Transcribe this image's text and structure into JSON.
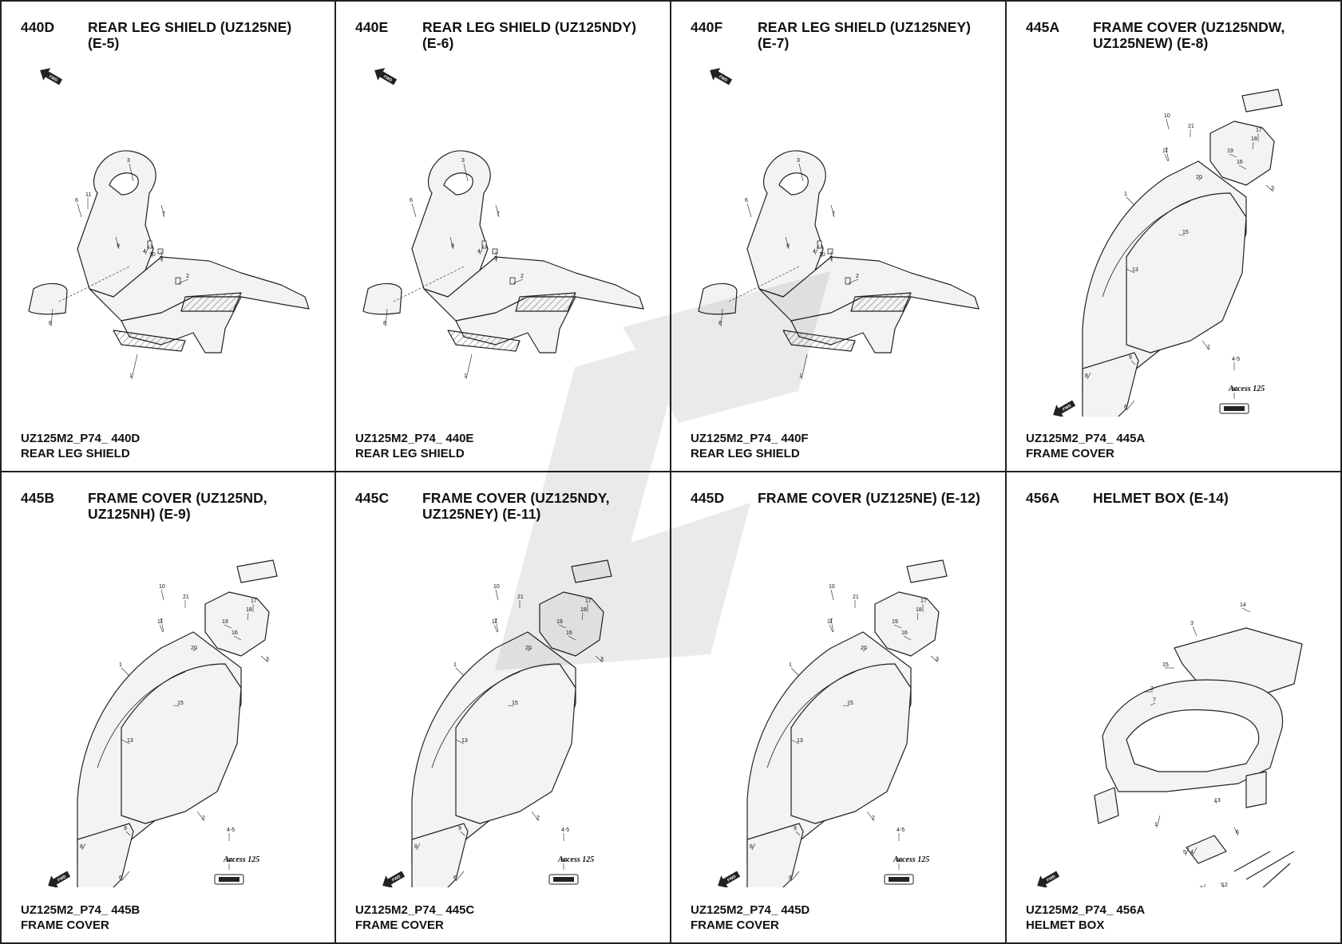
{
  "colors": {
    "line": "#222222",
    "panel_border": "#222222",
    "background": "#ffffff",
    "part_fill": "#f3f3f3",
    "watermark": "#9a9a9a"
  },
  "panels": [
    {
      "code": "440D",
      "title": "REAR LEG SHIELD (UZ125NE)\n(E-5)",
      "footer_ref": "UZ125M2_P74_ 440D",
      "footer_name": "REAR LEG SHIELD",
      "diagram": "rear-leg-shield",
      "callouts": [
        "1",
        "2",
        "3",
        "4",
        "5",
        "6",
        "7",
        "8",
        "9",
        "10",
        "11"
      ],
      "fwd_label": "FWD"
    },
    {
      "code": "440E",
      "title": "REAR LEG SHIELD (UZ125NDY)\n(E-6)",
      "footer_ref": "UZ125M2_P74_ 440E",
      "footer_name": "REAR LEG SHIELD",
      "diagram": "rear-leg-shield",
      "callouts": [
        "1",
        "2",
        "3",
        "4",
        "5",
        "6",
        "7",
        "8",
        "9"
      ],
      "fwd_label": "FWD"
    },
    {
      "code": "440F",
      "title": "REAR LEG SHIELD (UZ125NEY)\n(E-7)",
      "footer_ref": "UZ125M2_P74_ 440F",
      "footer_name": "REAR LEG SHIELD",
      "diagram": "rear-leg-shield",
      "callouts": [
        "1",
        "2",
        "3",
        "4",
        "5",
        "6",
        "7",
        "8",
        "9",
        "10"
      ],
      "fwd_label": "FWD"
    },
    {
      "code": "445A",
      "title": "FRAME COVER (UZ125NDW,\nUZ125NEW) (E-8)",
      "footer_ref": "UZ125M2_P74_ 445A",
      "footer_name": "FRAME COVER",
      "diagram": "frame-cover",
      "callouts": [
        "1",
        "2",
        "3",
        "4-5",
        "6",
        "7",
        "8",
        "9",
        "10",
        "11",
        "12",
        "13",
        "14",
        "15",
        "16",
        "17",
        "18",
        "19",
        "20",
        "21"
      ],
      "badge_text": "Access 125",
      "fwd_label": "FWD"
    },
    {
      "code": "445B",
      "title": "FRAME COVER (UZ125ND,\nUZ125NH) (E-9)",
      "footer_ref": "UZ125M2_P74_ 445B",
      "footer_name": "FRAME COVER",
      "diagram": "frame-cover",
      "callouts": [
        "1",
        "2",
        "3",
        "4-5",
        "6",
        "7",
        "8",
        "9",
        "10",
        "11",
        "12",
        "13",
        "14",
        "15",
        "16",
        "17",
        "18",
        "19",
        "20",
        "21"
      ],
      "badge_text": "Access 125",
      "fwd_label": "FWD"
    },
    {
      "code": "445C",
      "title": "FRAME COVER (UZ125NDY,\nUZ125NEY) (E-11)",
      "footer_ref": "UZ125M2_P74_ 445C",
      "footer_name": "FRAME COVER",
      "diagram": "frame-cover",
      "callouts": [
        "1",
        "2",
        "3",
        "4-5",
        "6",
        "7",
        "8",
        "9",
        "10",
        "11",
        "12",
        "13",
        "14",
        "15",
        "16",
        "17",
        "18",
        "19",
        "20",
        "21"
      ],
      "badge_text": "Access 125",
      "fwd_label": "FWD"
    },
    {
      "code": "445D",
      "title": "FRAME COVER (UZ125NE) (E-12)",
      "footer_ref": "UZ125M2_P74_ 445D",
      "footer_name": "FRAME COVER",
      "diagram": "frame-cover",
      "callouts": [
        "1",
        "2",
        "3",
        "4-5",
        "6",
        "7",
        "8",
        "9",
        "10",
        "11",
        "12",
        "13",
        "14",
        "15",
        "16",
        "17",
        "18",
        "19",
        "20",
        "21"
      ],
      "badge_text": "Access 125",
      "fwd_label": "FWD"
    },
    {
      "code": "456A",
      "title": "HELMET BOX (E-14)",
      "footer_ref": "UZ125M2_P74_ 456A",
      "footer_name": "HELMET BOX",
      "diagram": "helmet-box",
      "callouts": [
        "1",
        "2",
        "3",
        "4",
        "5",
        "6",
        "7",
        "8",
        "9",
        "10",
        "11",
        "12",
        "13",
        "14",
        "15"
      ],
      "fwd_label": "FWD"
    }
  ]
}
